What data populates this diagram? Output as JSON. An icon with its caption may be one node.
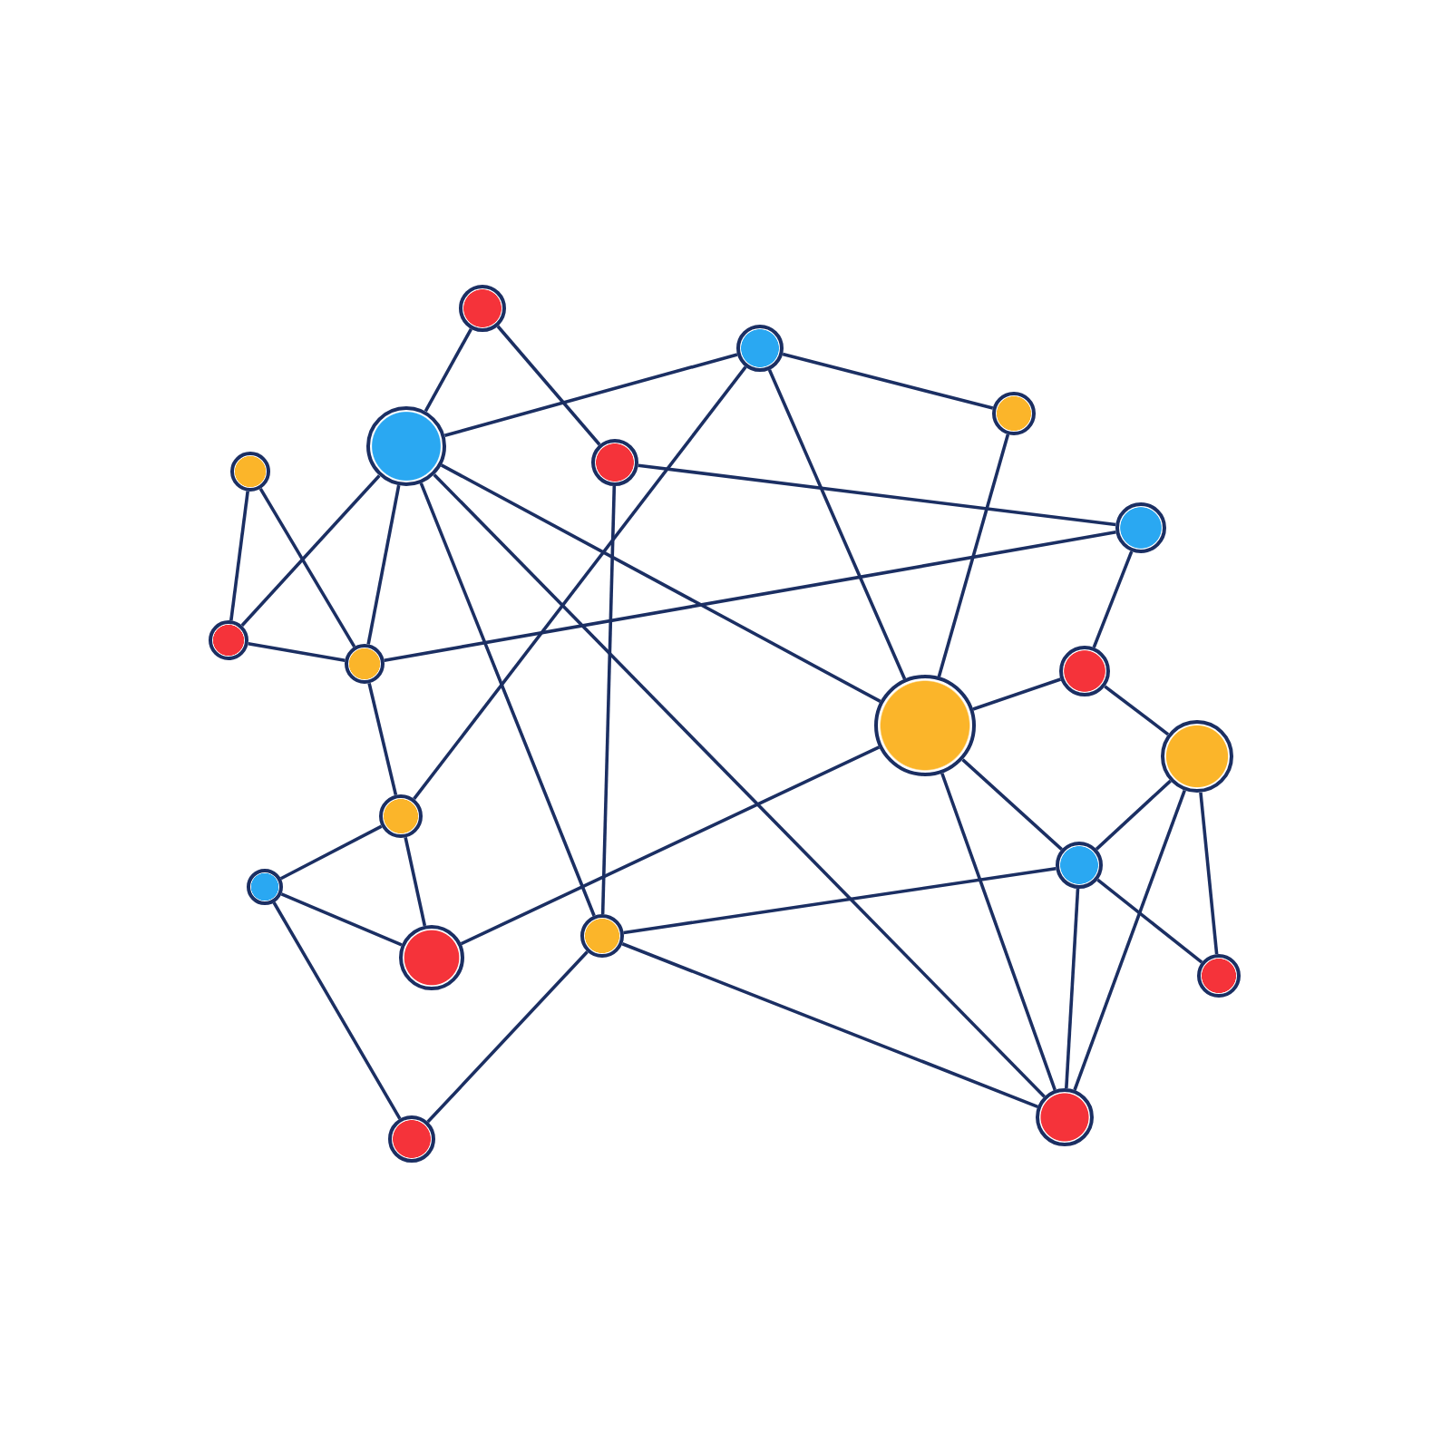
{
  "diagram": {
    "nodes": [
      {
        "text": [],
        "shape": "circle"
      },
      {
        "text": [],
        "shape": "circle"
      },
      {
        "text": [],
        "shape": "circle"
      },
      {
        "text": [],
        "shape": "circle"
      },
      {
        "text": [],
        "shape": "circle"
      },
      {
        "text": [],
        "shape": "circle"
      },
      {
        "text": [],
        "shape": "circle"
      },
      {
        "text": [],
        "shape": "circle"
      },
      {
        "text": [],
        "shape": "circle"
      },
      {
        "text": [],
        "shape": "circle"
      },
      {
        "text": [],
        "shape": "circle"
      },
      {
        "text": [],
        "shape": "circle"
      },
      {
        "text": [],
        "shape": "circle"
      },
      {
        "text": [],
        "shape": "circle"
      },
      {
        "text": [],
        "shape": "circle"
      },
      {
        "text": [],
        "shape": "circle"
      },
      {
        "text": [],
        "shape": "circle"
      },
      {
        "text": [],
        "shape": "circle"
      },
      {
        "text": [],
        "shape": "circle"
      },
      {
        "text": [],
        "shape": "circle"
      }
    ],
    "edges": [
      {
        "from": 0,
        "to": 2,
        "arrow": "none"
      },
      {
        "from": 0,
        "to": 3,
        "arrow": "none"
      },
      {
        "from": 2,
        "to": 1,
        "arrow": "none"
      },
      {
        "from": 1,
        "to": 4,
        "arrow": "none"
      },
      {
        "from": 1,
        "to": 9,
        "arrow": "none"
      },
      {
        "from": 1,
        "to": 12,
        "arrow": "none"
      },
      {
        "from": 3,
        "to": 6,
        "arrow": "none"
      },
      {
        "from": 3,
        "to": 15,
        "arrow": "none"
      },
      {
        "from": 4,
        "to": 9,
        "arrow": "none"
      },
      {
        "from": 2,
        "to": 7,
        "arrow": "none"
      },
      {
        "from": 2,
        "to": 8,
        "arrow": "none"
      },
      {
        "from": 2,
        "to": 15,
        "arrow": "none"
      },
      {
        "from": 2,
        "to": 9,
        "arrow": "none"
      },
      {
        "from": 2,
        "to": 19,
        "arrow": "none"
      },
      {
        "from": 5,
        "to": 7,
        "arrow": "none"
      },
      {
        "from": 5,
        "to": 8,
        "arrow": "none"
      },
      {
        "from": 7,
        "to": 8,
        "arrow": "none"
      },
      {
        "from": 8,
        "to": 6,
        "arrow": "none"
      },
      {
        "from": 8,
        "to": 12,
        "arrow": "none"
      },
      {
        "from": 6,
        "to": 10,
        "arrow": "none"
      },
      {
        "from": 9,
        "to": 10,
        "arrow": "none"
      },
      {
        "from": 10,
        "to": 11,
        "arrow": "none"
      },
      {
        "from": 9,
        "to": 16,
        "arrow": "none"
      },
      {
        "from": 9,
        "to": 19,
        "arrow": "none"
      },
      {
        "from": 9,
        "to": 14,
        "arrow": "none"
      },
      {
        "from": 11,
        "to": 16,
        "arrow": "none"
      },
      {
        "from": 11,
        "to": 19,
        "arrow": "none"
      },
      {
        "from": 11,
        "to": 17,
        "arrow": "none"
      },
      {
        "from": 16,
        "to": 17,
        "arrow": "none"
      },
      {
        "from": 16,
        "to": 15,
        "arrow": "none"
      },
      {
        "from": 16,
        "to": 19,
        "arrow": "none"
      },
      {
        "from": 12,
        "to": 13,
        "arrow": "none"
      },
      {
        "from": 12,
        "to": 14,
        "arrow": "none"
      },
      {
        "from": 13,
        "to": 14,
        "arrow": "none"
      },
      {
        "from": 13,
        "to": 18,
        "arrow": "none"
      },
      {
        "from": 18,
        "to": 15,
        "arrow": "none"
      },
      {
        "from": 15,
        "to": 19,
        "arrow": "none"
      }
    ]
  }
}
